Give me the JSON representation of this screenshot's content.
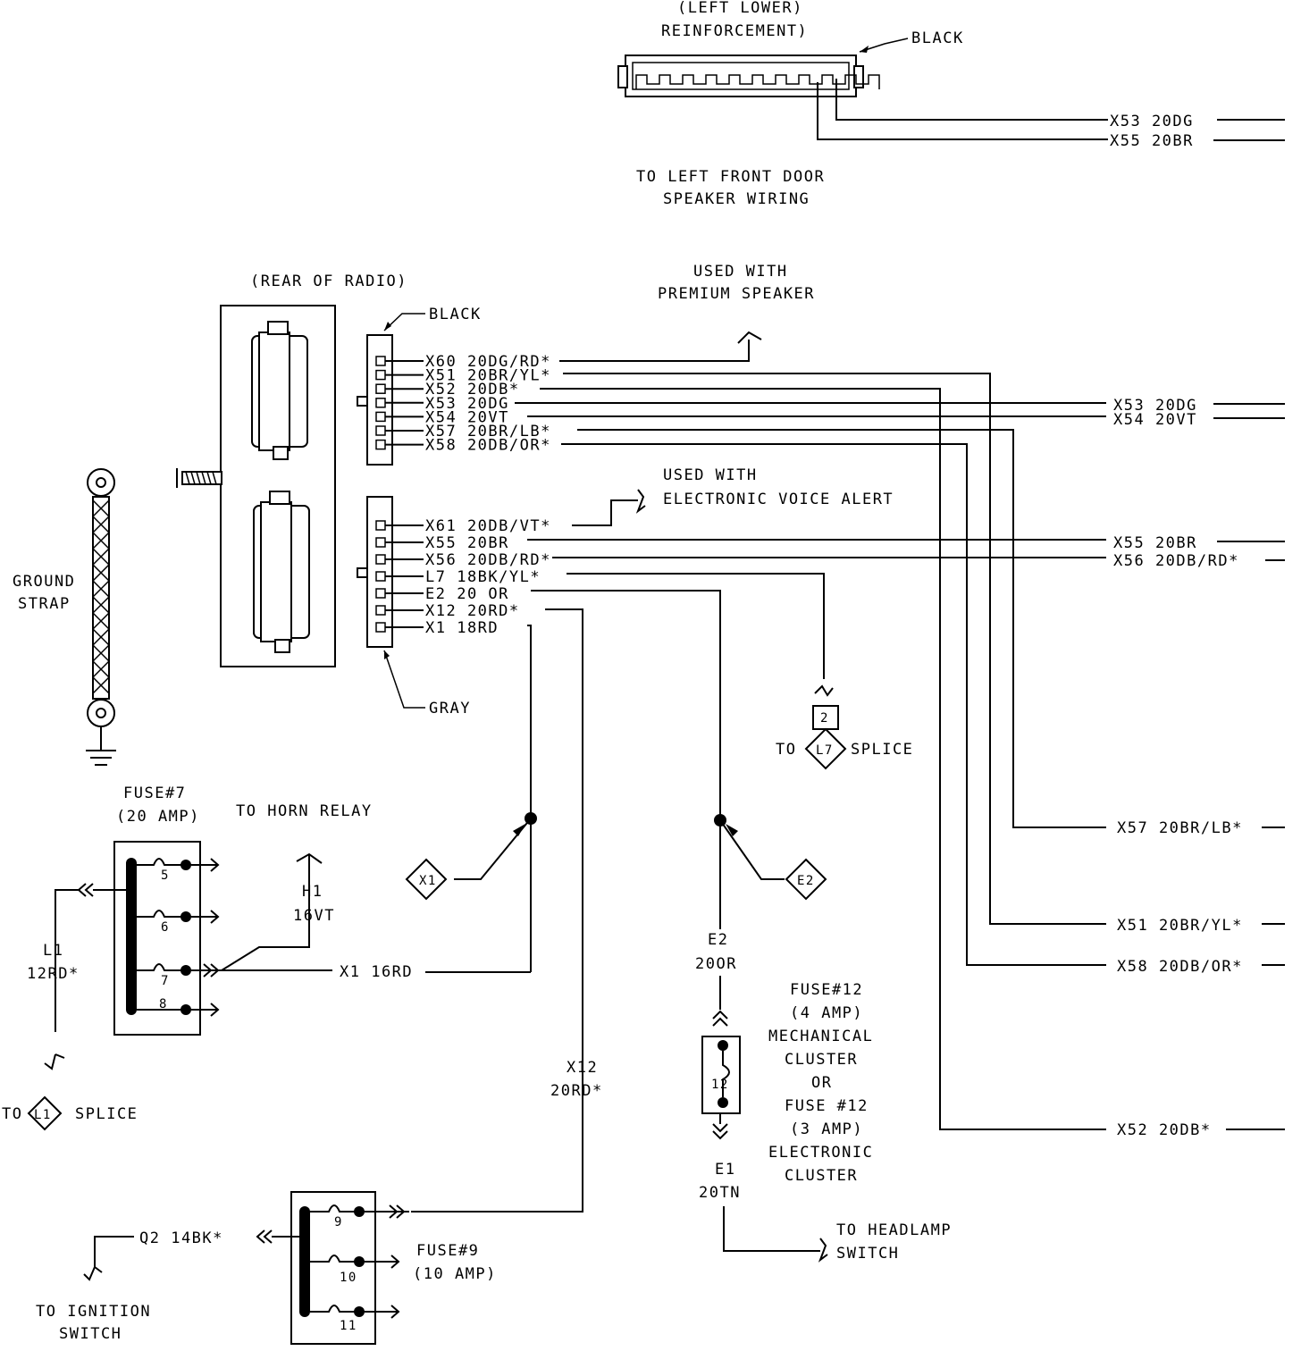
{
  "labels": {
    "left_lower": "(LEFT LOWER)",
    "reinforcement": "REINFORCEMENT)",
    "black_top": "BLACK",
    "to_left_front_door": "TO LEFT FRONT DOOR",
    "speaker_wiring": "SPEAKER WIRING",
    "rear_of_radio": "(REAR OF RADIO)",
    "black_radio": "BLACK",
    "gray_radio": "GRAY",
    "used_with_1": "USED WITH",
    "premium_speaker": "PREMIUM SPEAKER",
    "used_with_2": "USED WITH",
    "electronic_voice_alert": "ELECTRONIC VOICE ALERT",
    "ground": "GROUND",
    "strap": "STRAP",
    "fuse7_title": "FUSE#7",
    "fuse7_rating": "(20 AMP)",
    "to_horn_relay": "TO HORN RELAY",
    "h1": "H1",
    "h1_gauge": "16VT",
    "l1": "L1",
    "l1_gauge": "12RD*",
    "x1_16rd": "X1 16RD",
    "to": "TO",
    "splice": "SPLICE",
    "to_l7": "TO",
    "splice_l7": "SPLICE",
    "x12": "X12",
    "x12_gauge": "20RD*",
    "q2": "Q2 14BK*",
    "to_ignition": "TO IGNITION",
    "switch": "SWITCH",
    "fuse9_title": "FUSE#9",
    "fuse9_rating": "(10 AMP)",
    "e2": "E2",
    "e2_gauge": "20OR",
    "e1": "E1",
    "e1_gauge": "20TN",
    "to_headlamp": "TO HEADLAMP",
    "headlamp_switch": "SWITCH",
    "fuse12_lines": [
      "FUSE#12",
      "(4 AMP)",
      "MECHANICAL",
      "CLUSTER",
      "OR",
      "FUSE #12",
      "(3 AMP)",
      "ELECTRONIC",
      "CLUSTER"
    ]
  },
  "markers": {
    "x1": "X1",
    "e2": "E2",
    "l1": "L1",
    "l7": "L7",
    "l7_pin": "2"
  },
  "fuse_numbers": {
    "f5": "5",
    "f6": "6",
    "f7": "7",
    "f8": "8",
    "f9": "9",
    "f10": "10",
    "f11": "11",
    "f12": "12"
  },
  "black_connector_pins": [
    "X60 20DG/RD*",
    "X51 20BR/YL*",
    "X52 20DB*",
    "X53 20DG",
    "X54 20VT",
    "X57 20BR/LB*",
    "X58 20DB/OR*"
  ],
  "gray_connector_pins": [
    "X61 20DB/VT*",
    "X55 20BR",
    "X56 20DB/RD*",
    "L7 18BK/YL*",
    "E2 20 OR",
    "X12 20RD*",
    "X1 18RD"
  ],
  "right_edge_wires": [
    "X53 20DG",
    "X55 20BR",
    "X53 20DG",
    "X54 20VT",
    "X55 20BR",
    "X56 20DB/RD*",
    "X57 20BR/LB*",
    "X51 20BR/YL*",
    "X58 20DB/OR*",
    "X52 20DB*"
  ]
}
